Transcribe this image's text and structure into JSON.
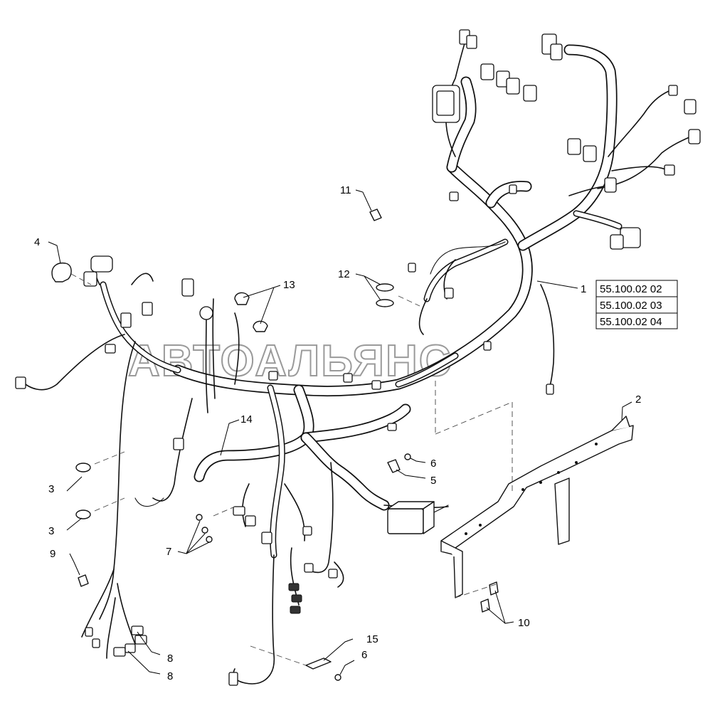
{
  "watermark": "АВТОАЛЬЯНС",
  "reference_box": [
    "55.100.02 02",
    "55.100.02 03",
    "55.100.02 04"
  ],
  "callouts": {
    "c1": "1",
    "c2": "2",
    "c3a": "3",
    "c3b": "3",
    "c4": "4",
    "c5": "5",
    "c6a": "6",
    "c6b": "6",
    "c7": "7",
    "c8a": "8",
    "c8b": "8",
    "c9": "9",
    "c10": "10",
    "c11": "11",
    "c12": "12",
    "c13": "13",
    "c14": "14",
    "c15": "15"
  }
}
